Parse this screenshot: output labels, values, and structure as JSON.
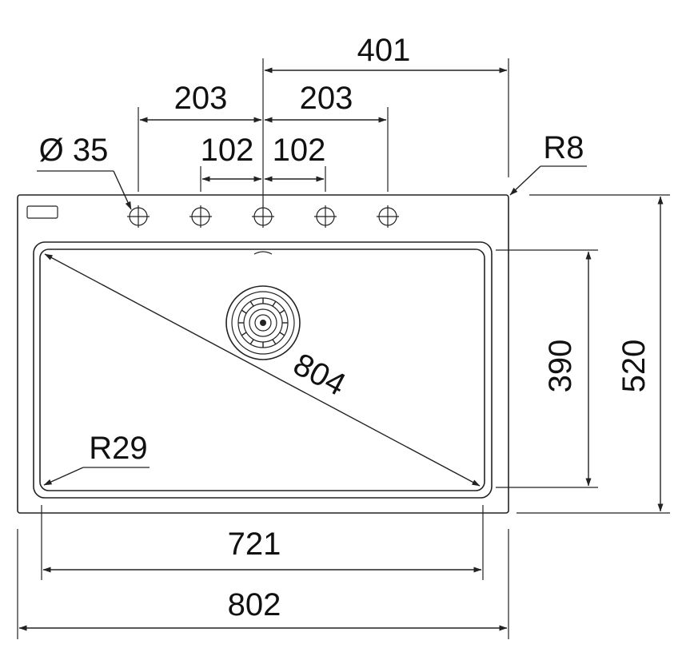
{
  "dimensions": {
    "overall_width": "802",
    "bowl_width": "721",
    "overall_depth": "520",
    "bowl_depth": "390",
    "bowl_diagonal": "804",
    "tap_hole_span": "401",
    "tap_spacing_outer_left": "203",
    "tap_spacing_outer_right": "203",
    "tap_spacing_inner_left": "102",
    "tap_spacing_inner_right": "102",
    "tap_hole_diameter": "Ø 35",
    "corner_radius_outer": "R8",
    "corner_radius_bowl": "R29"
  },
  "colors": {
    "line": "#222222",
    "background": "#ffffff"
  },
  "icons": {
    "tap_hole": "crosshair-circle-icon",
    "waste": "strainer-drain-icon",
    "overflow": "overflow-slot-icon"
  }
}
